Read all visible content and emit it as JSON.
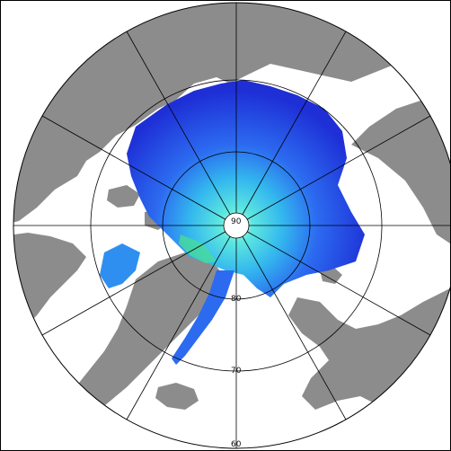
{
  "map": {
    "projection": "north-polar-stereographic",
    "colors": {
      "ocean_disc": "#ffffff",
      "land": "#8c8c8c",
      "grid": "#000000",
      "ice_deep": "#1e2fd6",
      "ice_mid": "#2c6bf0",
      "ice_light": "#33b7ee",
      "ice_bright": "#3fe0d8",
      "ice_green": "#47dc9a",
      "pole_hole": "#ffffff"
    },
    "latitude_labels": [
      "90",
      "80",
      "70",
      "60"
    ]
  }
}
